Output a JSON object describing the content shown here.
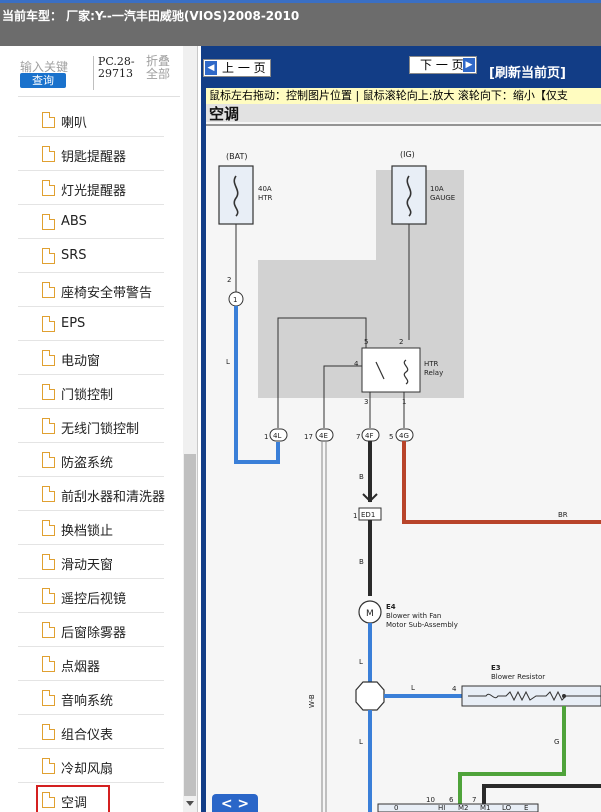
{
  "topbar": {
    "title": "当前车型： 厂家:Y--一汽丰田威驰(VIOS)2008-2010"
  },
  "search": {
    "keyword_label": "输入关键",
    "query_button": "查询",
    "code": "PC.28-29713",
    "fold_label": "折叠全部"
  },
  "sidebar": {
    "items": [
      {
        "label": "喇叭"
      },
      {
        "label": "钥匙提醒器"
      },
      {
        "label": "灯光提醒器"
      },
      {
        "label": "ABS"
      },
      {
        "label": "SRS"
      },
      {
        "label": "座椅安全带警告"
      },
      {
        "label": "EPS"
      },
      {
        "label": "电动窗"
      },
      {
        "label": "门锁控制"
      },
      {
        "label": "无线门锁控制"
      },
      {
        "label": "防盗系统"
      },
      {
        "label": "前刮水器和清洗器"
      },
      {
        "label": "换档锁止"
      },
      {
        "label": "滑动天窗"
      },
      {
        "label": "遥控后视镜"
      },
      {
        "label": "后窗除雾器"
      },
      {
        "label": "点烟器"
      },
      {
        "label": "音响系统"
      },
      {
        "label": "组合仪表"
      },
      {
        "label": "冷却风扇"
      },
      {
        "label": "空调"
      }
    ],
    "selected_index": 20
  },
  "viewer": {
    "prev_label": "上 一 页",
    "next_label": "下 一 页",
    "refresh_label": "[刷新当前页]",
    "hint": "鼠标左右拖动：控制图片位置 | 鼠标滚轮向上:放大   滚轮向下：缩小【仅支",
    "zoom_label": "< >"
  },
  "diagram": {
    "title": "空调",
    "labels": {
      "bat": "(BAT)",
      "ig": "(IG)",
      "fuse1_a": "40A",
      "fuse1_b": "HTR",
      "fuse2_a": "10A",
      "fuse2_b": "GAUGE",
      "relay_a": "HTR",
      "relay_b": "Relay",
      "c4l": "4L",
      "c4e": "4E",
      "c4f": "4F",
      "c4g": "4G",
      "ed1": "ED1",
      "e4": "E4",
      "blower_a": "Blower with Fan",
      "blower_b": "Motor Sub-Assembly",
      "e3": "E3",
      "resistor": "Blower Resistor",
      "br": "BR",
      "wb": "W-B",
      "b": "B",
      "l": "L",
      "g": "G",
      "m": "M",
      "hi": "HI",
      "m2": "M2",
      "m1": "M1",
      "lo": "LO",
      "e": "E",
      "zero": "0",
      "pin1": "1",
      "pin2": "2",
      "pin3": "3",
      "pin4": "4",
      "pin5": "5",
      "pin6": "6",
      "pin7": "7",
      "pin10": "10",
      "pin17": "17"
    }
  },
  "colors": {
    "wire_blue": "#3a7fd8",
    "wire_red": "#b8442a",
    "wire_green": "#4fa33a",
    "wire_black": "#2a2a2a",
    "shade": "#d2d2d2"
  }
}
